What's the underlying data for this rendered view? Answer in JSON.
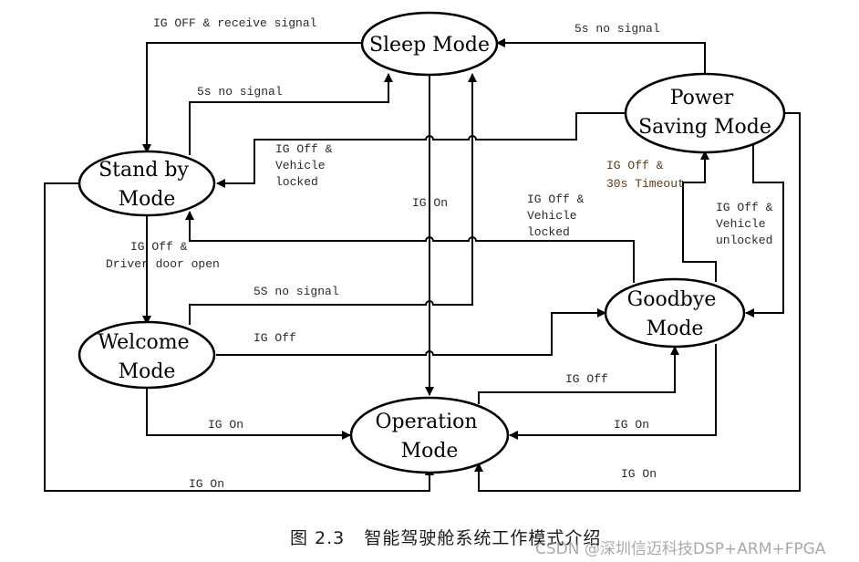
{
  "nodes": {
    "sleep": {
      "lines": [
        "Sleep Mode"
      ]
    },
    "standby": {
      "lines": [
        "Stand by",
        "Mode"
      ]
    },
    "welcome": {
      "lines": [
        "Welcome",
        "Mode"
      ]
    },
    "operation": {
      "lines": [
        "Operation",
        "Mode"
      ]
    },
    "goodbye": {
      "lines": [
        "Goodbye",
        "Mode"
      ]
    },
    "powersaving": {
      "lines": [
        "Power",
        "Saving Mode"
      ]
    }
  },
  "edges": {
    "sleep_to_standby": {
      "from": "Sleep Mode",
      "to": "Stand by Mode",
      "label": [
        "IG OFF & receive signal"
      ]
    },
    "standby_to_sleep": {
      "from": "Stand by Mode",
      "to": "Sleep Mode",
      "label": [
        "5s no signal"
      ]
    },
    "powersaving_to_sleep": {
      "from": "Power Saving Mode",
      "to": "Sleep Mode",
      "label": [
        "5s no signal"
      ]
    },
    "powersaving_to_standby": {
      "from": "Power Saving Mode",
      "to": "Stand by Mode",
      "label": [
        "IG Off &",
        "Vehicle",
        "locked"
      ]
    },
    "sleep_to_operation": {
      "from": "Sleep Mode",
      "to": "Operation Mode",
      "label": [
        "IG On"
      ]
    },
    "goodbye_to_standby": {
      "from": "Goodbye Mode",
      "to": "Stand by Mode",
      "label": [
        "IG Off &",
        "Vehicle",
        "locked"
      ]
    },
    "goodbye_to_powersaving": {
      "from": "Goodbye Mode",
      "to": "Power Saving Mode",
      "label": [
        "IG Off &",
        "30s Timeout"
      ]
    },
    "powersaving_to_goodbye": {
      "from": "Power Saving Mode",
      "to": "Goodbye Mode",
      "label": [
        "IG Off &",
        "Vehicle",
        "unlocked"
      ]
    },
    "standby_to_welcome": {
      "from": "Stand by Mode",
      "to": "Welcome Mode",
      "label": [
        "IG Off &",
        "Driver door open"
      ]
    },
    "welcome_to_sleep": {
      "from": "Welcome Mode",
      "to": "Sleep Mode",
      "label": [
        "5S no signal"
      ]
    },
    "welcome_to_goodbye": {
      "from": "Welcome Mode",
      "to": "Goodbye Mode",
      "label": [
        "IG Off"
      ]
    },
    "welcome_to_operation": {
      "from": "Welcome Mode",
      "to": "Operation Mode",
      "label": [
        "IG On"
      ]
    },
    "operation_to_goodbye": {
      "from": "Operation Mode",
      "to": "Goodbye Mode",
      "label": [
        "IG Off"
      ]
    },
    "goodbye_to_operation": {
      "from": "Goodbye Mode",
      "to": "Operation Mode",
      "label": [
        "IG On"
      ]
    },
    "standby_to_operation": {
      "from": "Stand by Mode",
      "to": "Operation Mode",
      "label": [
        "IG On"
      ]
    },
    "powersaving_to_operation": {
      "from": "Power Saving Mode",
      "to": "Operation Mode",
      "label": [
        "IG On"
      ]
    }
  },
  "caption": "图 2.3   智能驾驶舱系统工作模式介绍",
  "watermark": "CSDN @深圳信迈科技DSP+ARM+FPGA"
}
